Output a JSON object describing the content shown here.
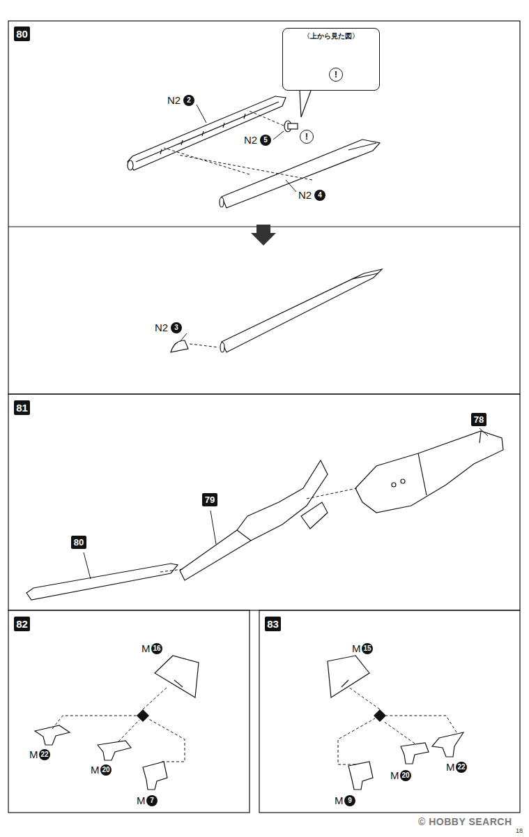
{
  "diagram": {
    "nodes": [
      {
        "text": [
          "80"
        ]
      },
      {
        "text": [
          "〈上から見た図〉",
          "!"
        ]
      },
      {
        "text": [
          "81"
        ]
      },
      {
        "text": [
          "80"
        ]
      },
      {
        "text": [
          "79"
        ]
      },
      {
        "text": [
          "78"
        ]
      },
      {
        "text": [
          "82"
        ]
      },
      {
        "text": [
          "83"
        ]
      }
    ],
    "labels": [
      "N2",
      "2",
      "N2",
      "5",
      "!",
      "N2",
      "4",
      "N2",
      "3",
      "M",
      "16",
      "M",
      "22",
      "M",
      "20",
      "M",
      "7",
      "M",
      "15",
      "M",
      "22",
      "M",
      "20",
      "M",
      "9",
      "© HOBBY SEARCH",
      "18"
    ]
  }
}
